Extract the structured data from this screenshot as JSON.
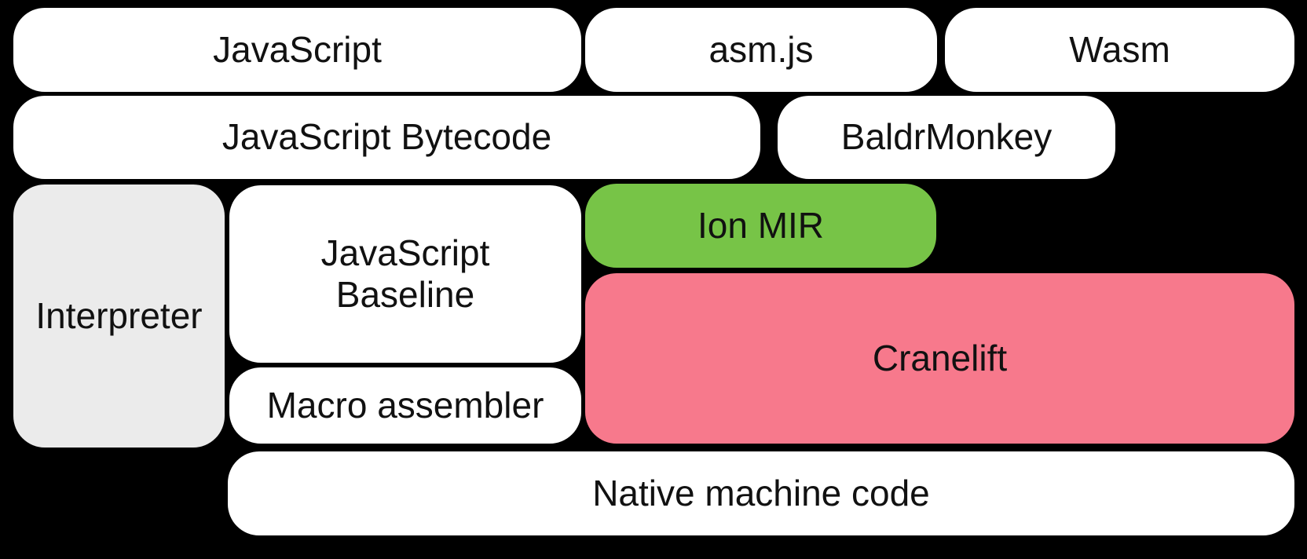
{
  "diagram": {
    "title": "SpiderMonkey compiler pipeline diagram",
    "colors": {
      "background": "#000000",
      "node_default": "#ffffff",
      "node_interpreter": "#ebebeb",
      "node_ion_mir": "#77c447",
      "node_cranelift": "#f7798c",
      "text": "#111111"
    },
    "nodes": {
      "javascript": {
        "label": "JavaScript",
        "fill": "#ffffff"
      },
      "asmjs": {
        "label": "asm.js",
        "fill": "#ffffff"
      },
      "wasm": {
        "label": "Wasm",
        "fill": "#ffffff"
      },
      "js_bytecode": {
        "label": "JavaScript Bytecode",
        "fill": "#ffffff"
      },
      "baldrmonkey": {
        "label": "BaldrMonkey",
        "fill": "#ffffff"
      },
      "interpreter": {
        "label": "Interpreter",
        "fill": "#ebebeb"
      },
      "js_baseline": {
        "label": "JavaScript\nBaseline",
        "fill": "#ffffff"
      },
      "ion_mir": {
        "label": "Ion MIR",
        "fill": "#77c447"
      },
      "cranelift": {
        "label": "Cranelift",
        "fill": "#f7798c"
      },
      "macro_assembler": {
        "label": "Macro assembler",
        "fill": "#ffffff"
      },
      "native_machine": {
        "label": "Native machine code",
        "fill": "#ffffff"
      }
    }
  }
}
